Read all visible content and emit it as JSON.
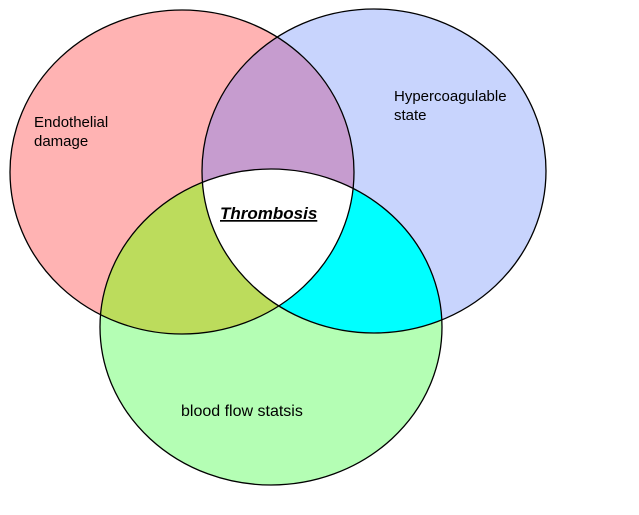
{
  "diagram": {
    "sets": [
      {
        "id": "endothelial",
        "label_lines": [
          "Endothelial",
          "damage"
        ],
        "color": "#ffb3b3"
      },
      {
        "id": "hypercoagulable",
        "label_lines": [
          "Hypercoagulable",
          "state"
        ],
        "color": "#c8d4fd"
      },
      {
        "id": "bloodflow",
        "label_lines": [
          "blood flow statsis"
        ],
        "color": "#b4feb4"
      }
    ],
    "overlaps": {
      "endothelial_hypercoagulable": "#c69ccf",
      "endothelial_bloodflow": "#bcdc5c",
      "hypercoagulable_bloodflow": "#00ffff",
      "all_three": "#ffffff"
    },
    "center_label": "Thrombosis",
    "outline_color": "#000000"
  }
}
